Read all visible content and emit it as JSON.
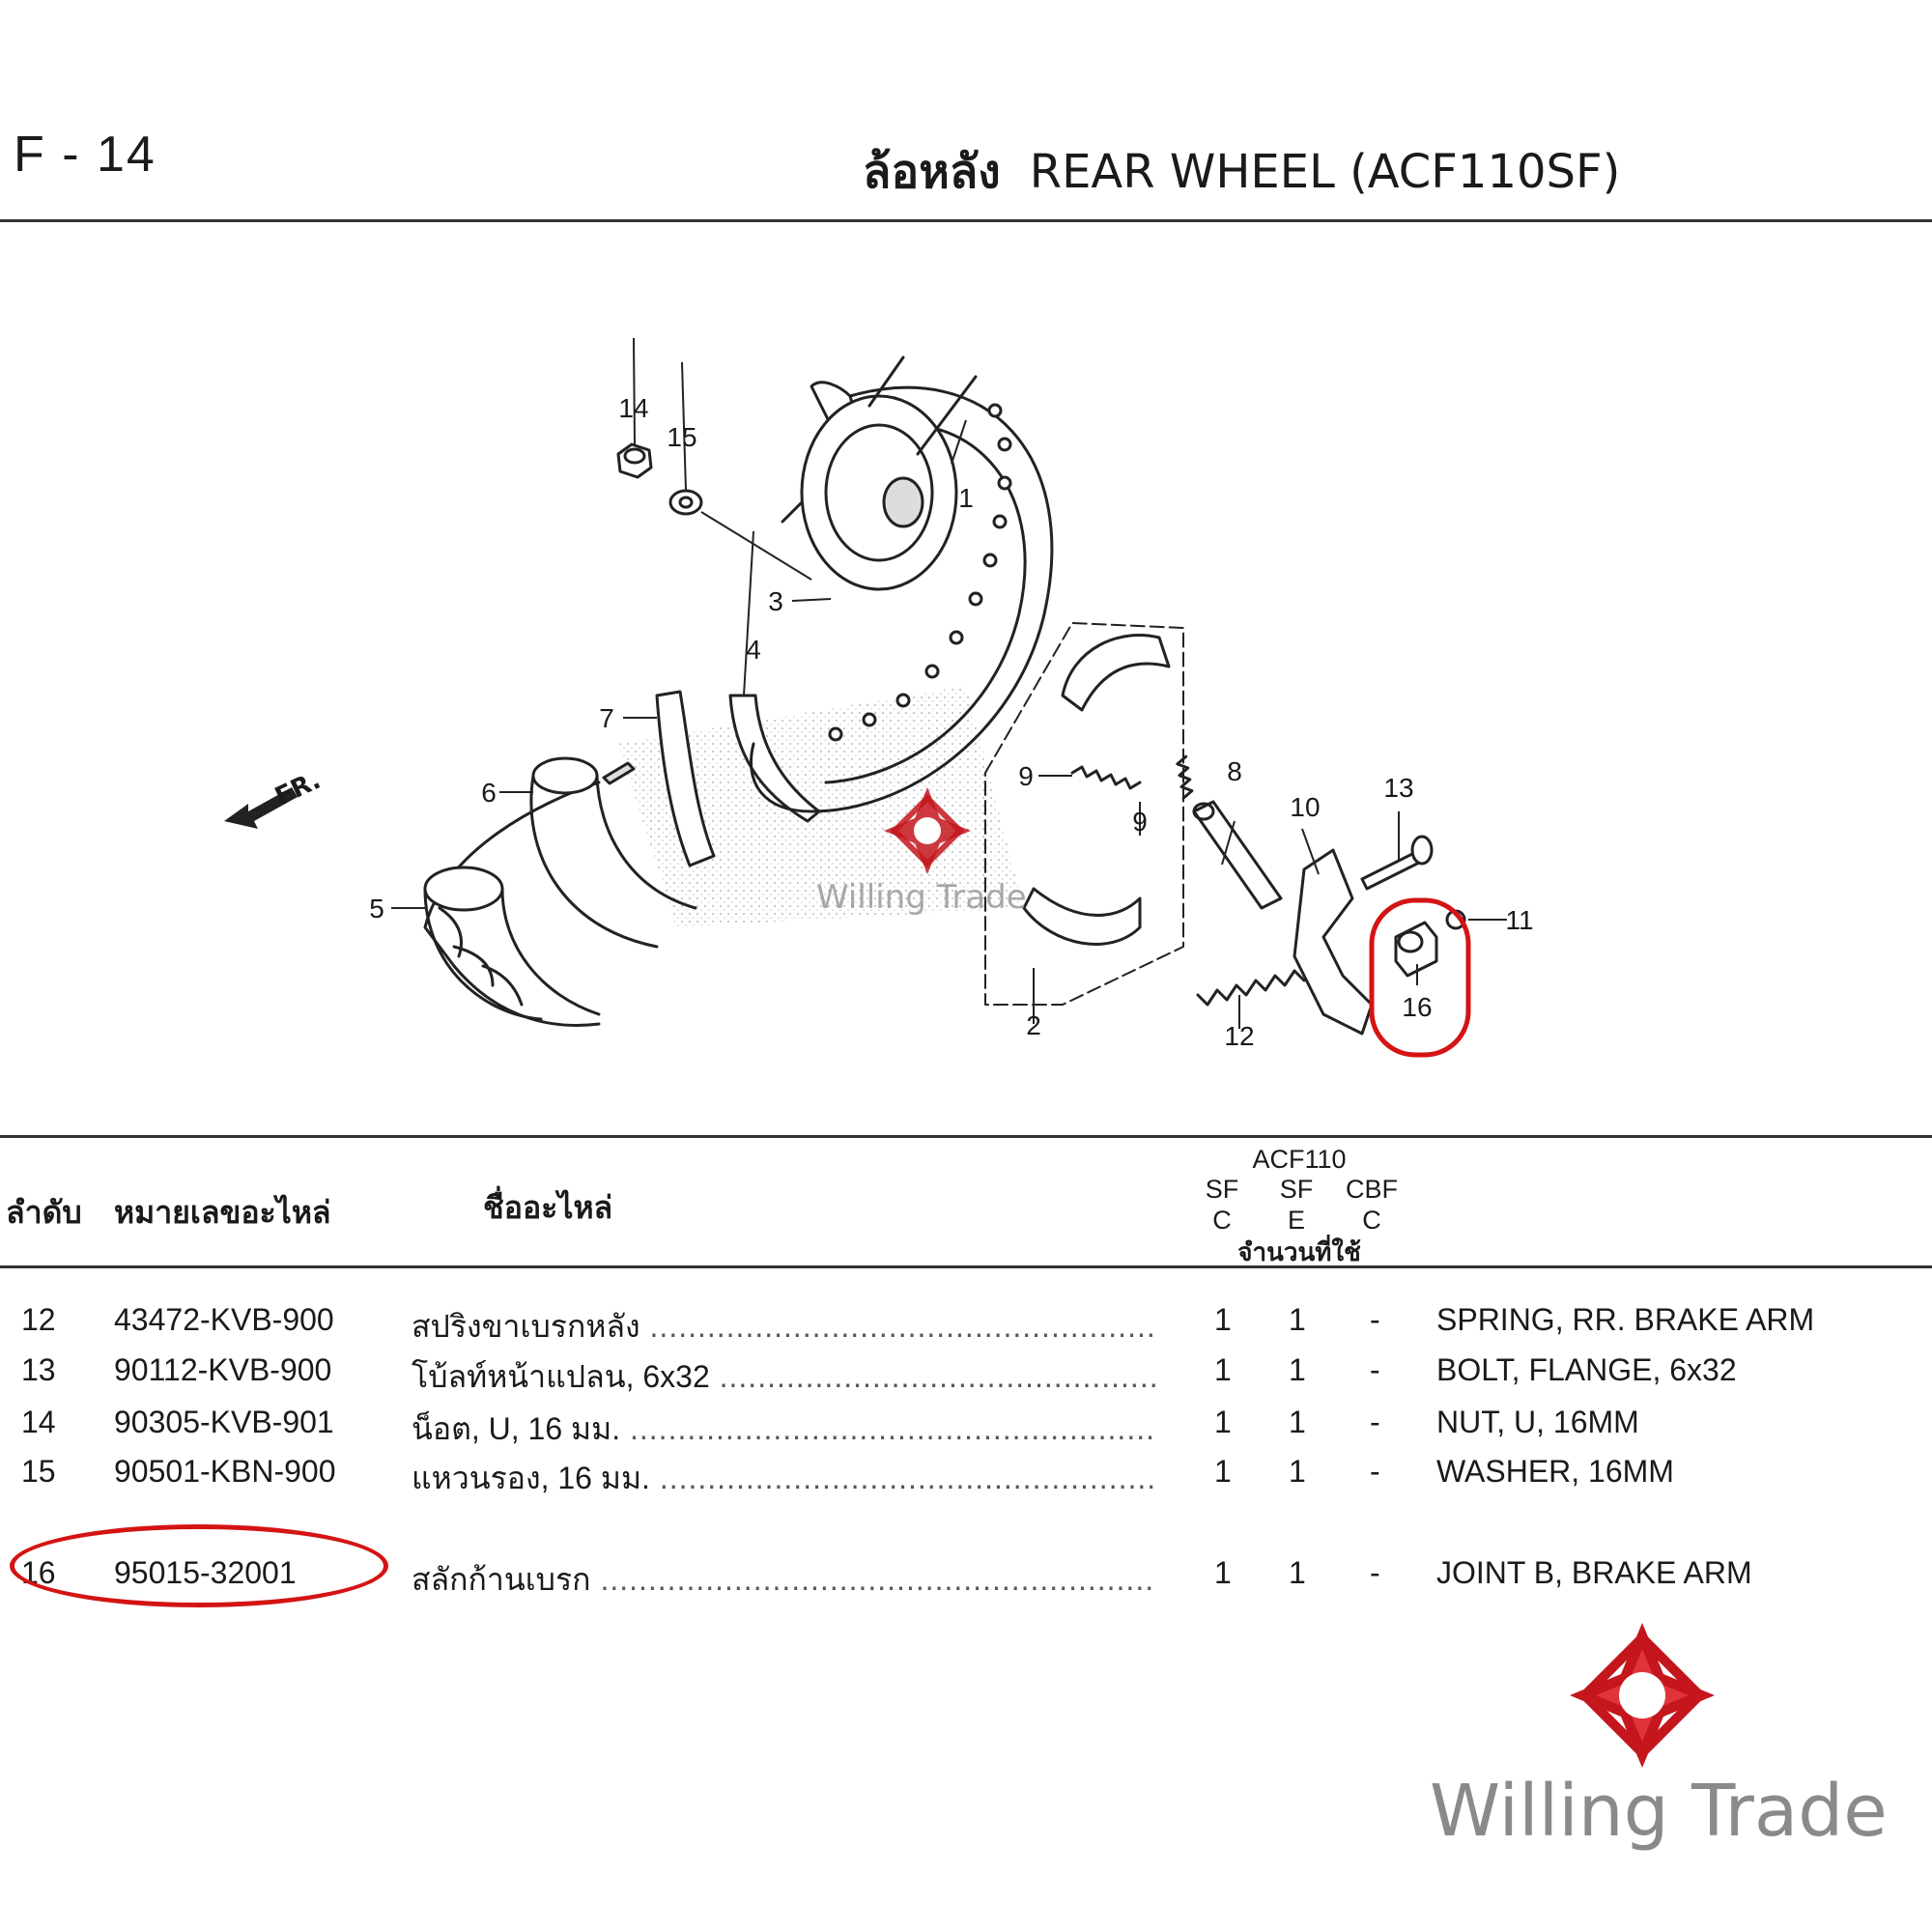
{
  "header": {
    "page_code": "F - 14",
    "title_th": "ล้อหลัง",
    "title_en": "REAR WHEEL (ACF110SF)"
  },
  "diagram": {
    "callouts": [
      "14",
      "15",
      "1",
      "3",
      "4",
      "7",
      "6",
      "5",
      "9",
      "9",
      "2",
      "8",
      "10",
      "13",
      "11",
      "12",
      "16"
    ],
    "front_label": "FR.",
    "highlighted_part": "16",
    "watermark_small": "Willing Trade"
  },
  "table": {
    "headers": {
      "no": "ลำดับ",
      "part_no": "หมายเลขอะไหล่",
      "part_name": "ชื่ออะไหล่",
      "model": "ACF110",
      "variants": [
        {
          "line1": "SF",
          "line2": "C"
        },
        {
          "line1": "SF",
          "line2": "E"
        },
        {
          "line1": "CBF",
          "line2": "C"
        }
      ],
      "qty": "จำนวนที่ใช้"
    },
    "rows": [
      {
        "no": "12",
        "part_no": "43472-KVB-900",
        "name_th": "สปริงขาเบรกหลัง",
        "q1": "1",
        "q2": "1",
        "q3": "-",
        "name_en": "SPRING, RR. BRAKE ARM"
      },
      {
        "no": "13",
        "part_no": "90112-KVB-900",
        "name_th": "โบ้ลท์หน้าแปลน, 6x32",
        "q1": "1",
        "q2": "1",
        "q3": "-",
        "name_en": "BOLT, FLANGE, 6x32"
      },
      {
        "no": "14",
        "part_no": "90305-KVB-901",
        "name_th": "น็อต, U, 16 มม.",
        "q1": "1",
        "q2": "1",
        "q3": "-",
        "name_en": "NUT, U, 16MM"
      },
      {
        "no": "15",
        "part_no": "90501-KBN-900",
        "name_th": "แหวนรอง, 16 มม.",
        "q1": "1",
        "q2": "1",
        "q3": "-",
        "name_en": "WASHER, 16MM"
      },
      {
        "no": "16",
        "part_no": "95015-32001",
        "name_th": "สลักก้านเบรก",
        "q1": "1",
        "q2": "1",
        "q3": "-",
        "name_en": "JOINT B, BRAKE ARM"
      }
    ]
  },
  "watermark": {
    "text": "Willing Trade",
    "color": "#c4161c"
  }
}
